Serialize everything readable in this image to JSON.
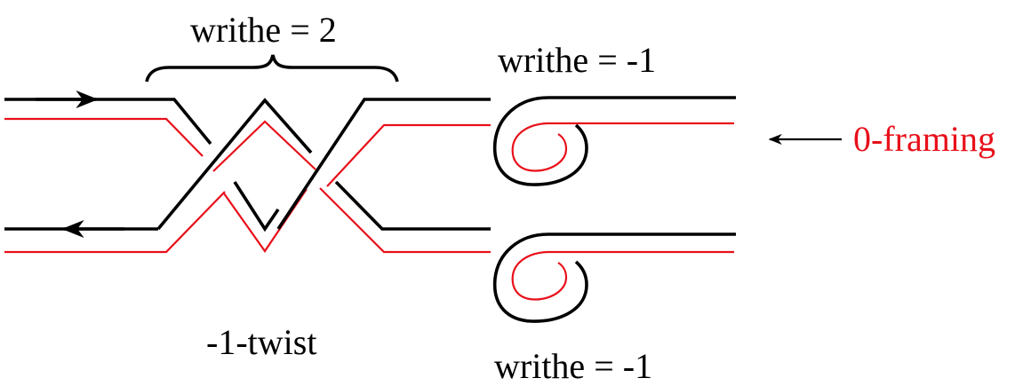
{
  "labels": {
    "writhe_top": "writhe = 2",
    "writhe_right_upper": "writhe = -1",
    "writhe_right_lower": "writhe = -1",
    "twist": "-1-twist",
    "framing": "0-framing"
  },
  "colors": {
    "strand": "#000000",
    "framing_curve": "#e8101a",
    "background": "#ffffff"
  }
}
